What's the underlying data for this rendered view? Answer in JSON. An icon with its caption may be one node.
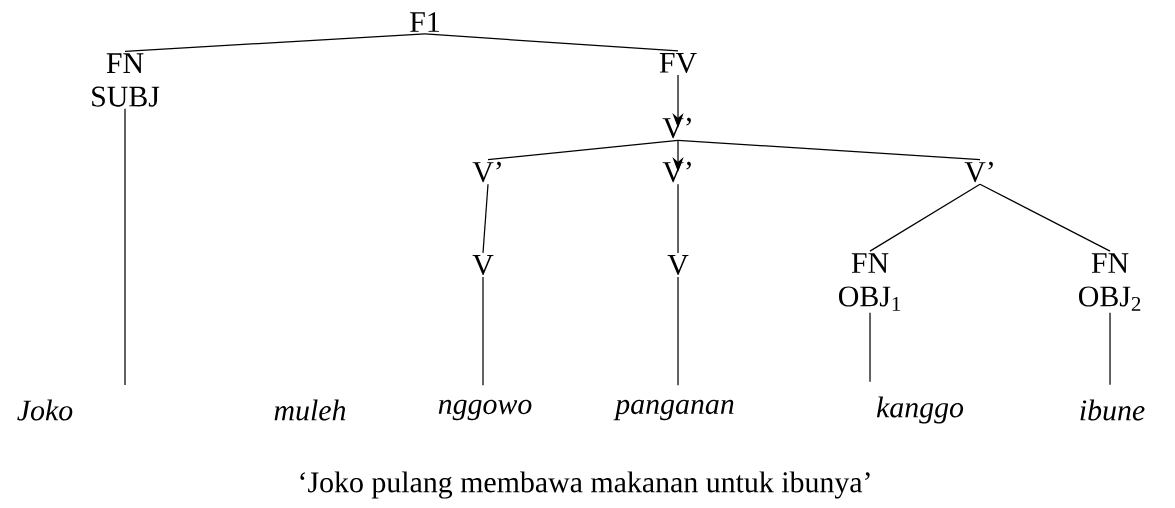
{
  "diagram": {
    "caption": "‘Joko pulang membawa makanan untuk ibunya’",
    "nodes": [
      {
        "text": [
          "F1"
        ]
      },
      {
        "text": [
          "FN",
          "SUBJ"
        ]
      },
      {
        "text": [
          "FV"
        ]
      },
      {
        "text": [
          "V’"
        ]
      },
      {
        "text": [
          "V’"
        ]
      },
      {
        "text": [
          "V’"
        ]
      },
      {
        "text": [
          "V’"
        ]
      },
      {
        "text": [
          "V"
        ]
      },
      {
        "text": [
          "V"
        ]
      },
      {
        "text": [
          "FN",
          "OBJ$_{1}$"
        ]
      },
      {
        "text": [
          "FN",
          "OBJ$_{2}$"
        ]
      },
      {
        "text": [
          "*Joko*"
        ]
      },
      {
        "text": [
          "*muleh*"
        ]
      },
      {
        "text": [
          "*nggowo*"
        ]
      },
      {
        "text": [
          "*panganan*"
        ]
      },
      {
        "text": [
          "*kanggo*"
        ]
      },
      {
        "text": [
          "*ibune*"
        ]
      }
    ],
    "edges": [
      {
        "from": 0,
        "to": 1,
        "arrow": "none"
      },
      {
        "from": 0,
        "to": 2,
        "arrow": "none"
      },
      {
        "from": 2,
        "to": 3,
        "arrow": "to"
      },
      {
        "from": 3,
        "to": 5,
        "arrow": "to"
      },
      {
        "from": 3,
        "to": 4,
        "arrow": "none"
      },
      {
        "from": 3,
        "to": 6,
        "arrow": "none"
      },
      {
        "from": 4,
        "to": 7,
        "arrow": "none"
      },
      {
        "from": 5,
        "to": 8,
        "arrow": "none"
      },
      {
        "from": 6,
        "to": 9,
        "arrow": "none"
      },
      {
        "from": 6,
        "to": 10,
        "arrow": "none"
      },
      {
        "from": 1,
        "to": 11,
        "arrow": "none"
      },
      {
        "from": 7,
        "to": 13,
        "arrow": "none"
      },
      {
        "from": 8,
        "to": 14,
        "arrow": "none"
      },
      {
        "from": 9,
        "to": 15,
        "arrow": "none"
      },
      {
        "from": 10,
        "to": 16,
        "arrow": "none"
      }
    ]
  }
}
